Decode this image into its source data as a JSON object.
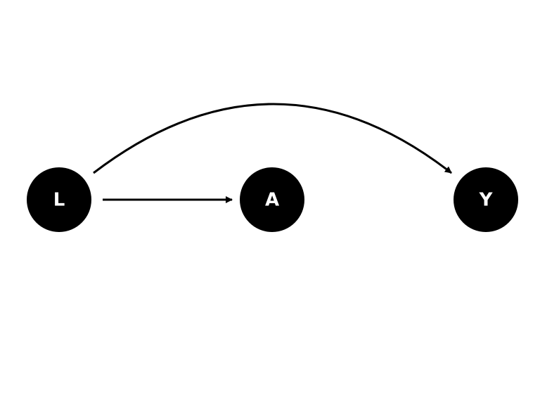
{
  "diagram": {
    "colors": {
      "node_fill": "#000000",
      "label_color": "#ffffff",
      "edge_color": "#000000",
      "background": "#ffffff"
    },
    "nodes": [
      {
        "id": "L",
        "label": "L"
      },
      {
        "id": "A",
        "label": "A"
      },
      {
        "id": "Y",
        "label": "Y"
      }
    ],
    "edges": [
      {
        "from": "L",
        "to": "A"
      },
      {
        "from": "L",
        "to": "Y"
      }
    ]
  }
}
